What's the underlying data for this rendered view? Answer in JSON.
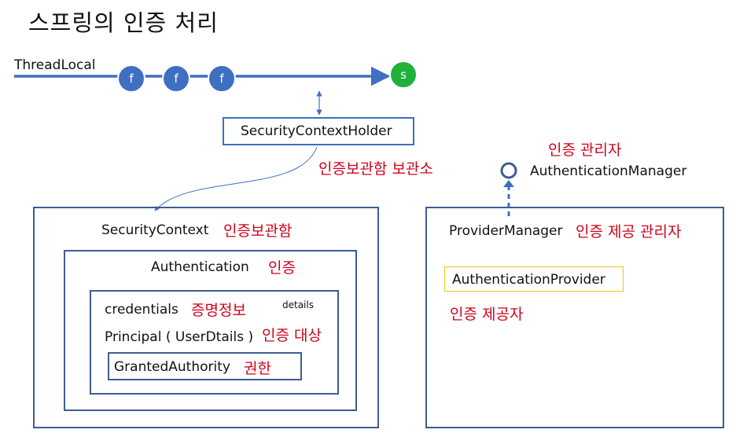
{
  "title": "스프링의 인증 처리",
  "thread": {
    "label": "ThreadLocal",
    "nodes": [
      "f",
      "f",
      "f"
    ],
    "end_node": "s"
  },
  "holder": {
    "label": "SecurityContextHolder",
    "note": "인증보관함 보관소"
  },
  "security_context": {
    "label": "SecurityContext",
    "note": "인증보관함",
    "authentication": {
      "label": "Authentication",
      "note": "인증",
      "credentials": "credentials",
      "credentials_note": "증명정보",
      "details": "details",
      "principal": "Principal ( UserDtails )",
      "principal_note": "인증 대상",
      "granted_authority": "GrantedAuthority",
      "granted_note": "권한"
    }
  },
  "manager": {
    "note": "인증 관리자",
    "label": "AuthenticationManager",
    "provider_manager": "ProviderManager",
    "provider_manager_note": "인증 제공 관리자",
    "provider": "AuthenticationProvider",
    "provider_note": "인증 제공자"
  },
  "colors": {
    "accent_blue": "#3f6fc1",
    "box_border": "#3d5d93",
    "note_red": "#d0021b",
    "green_node": "#1fb13a",
    "provider_border": "#f0c419"
  }
}
